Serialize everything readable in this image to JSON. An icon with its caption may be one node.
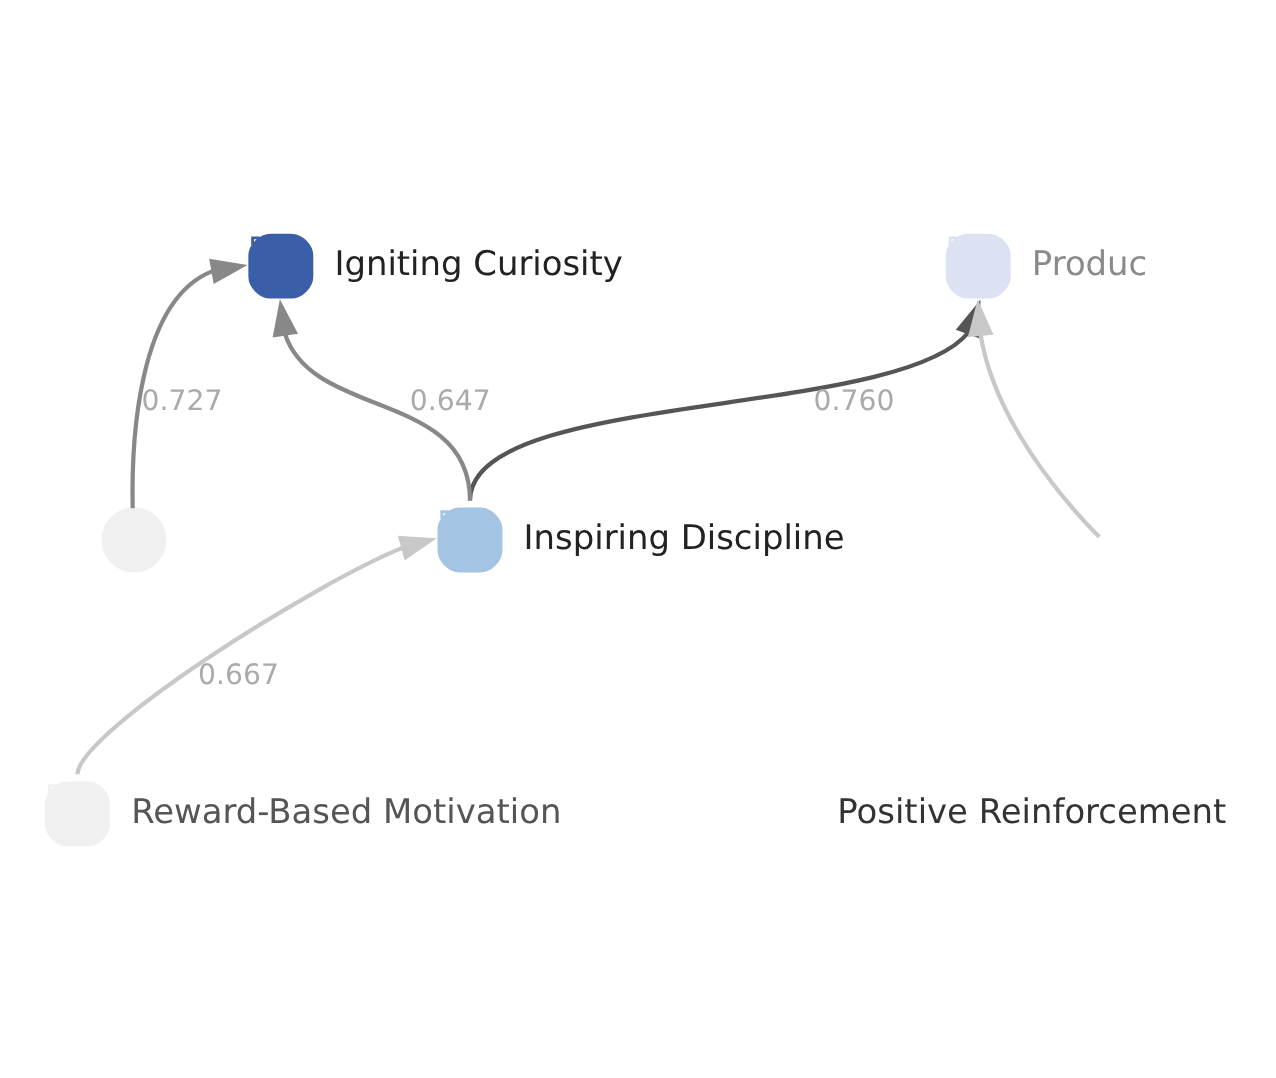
{
  "diagram": {
    "nodes": [
      {
        "text": [
          "Produc"
        ]
      },
      {
        "text": [
          "Inspiring Discipline"
        ]
      },
      {
        "text": [
          "Reward-Based Motivation"
        ]
      },
      {
        "text": [
          "Igniting Curiosity"
        ]
      },
      {
        "text": [],
        "shape": "circle"
      }
    ],
    "edges": [
      {
        "from": null,
        "to": 0,
        "arrow": "to",
        "color": "#c8c8c8"
      },
      {
        "from": 1,
        "to": 0,
        "arrow": "to",
        "label": "0.760",
        "color": "#555555"
      },
      {
        "from": 2,
        "to": 1,
        "arrow": "to",
        "label": "0.667",
        "color": "#c8c8c8"
      },
      {
        "from": 1,
        "to": 3,
        "arrow": "to",
        "label": "0.647"
      },
      {
        "from": 4,
        "to": 3,
        "arrow": "to",
        "label": "0.727"
      }
    ],
    "labels": [
      "Positive Reinforcement"
    ]
  }
}
